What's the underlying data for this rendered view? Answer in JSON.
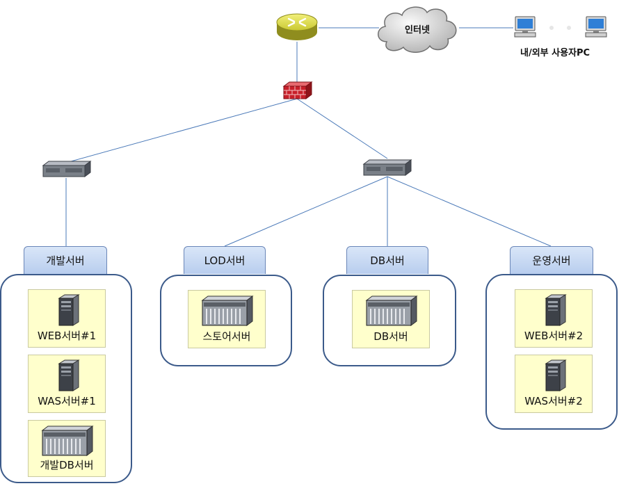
{
  "internet": {
    "label": "인터넷"
  },
  "users": {
    "label": "내/외부 사용자PC"
  },
  "groups": [
    {
      "title": "개발서버",
      "servers": [
        "WEB서버#1",
        "WAS서버#1",
        "개발DB서버"
      ]
    },
    {
      "title": "LOD서버",
      "servers": [
        "스토어서버"
      ]
    },
    {
      "title": "DB서버",
      "servers": [
        "DB서버"
      ]
    },
    {
      "title": "운영서버",
      "servers": [
        "WEB서버#2",
        "WAS서버#2"
      ]
    }
  ],
  "icons": {
    "router": "router-icon",
    "cloud": "cloud-icon",
    "pc": "desktop-pc-icon",
    "firewall": "firewall-icon",
    "switch": "switch-icon",
    "tower": "tower-server-icon",
    "rack": "rack-server-icon"
  },
  "colors": {
    "link": "#4a79b8",
    "tab": "#c7d8f2",
    "group_border": "#3b5a8a",
    "card": "#ffffcc",
    "firewall": "#c8202a",
    "router": "#c9c832"
  }
}
